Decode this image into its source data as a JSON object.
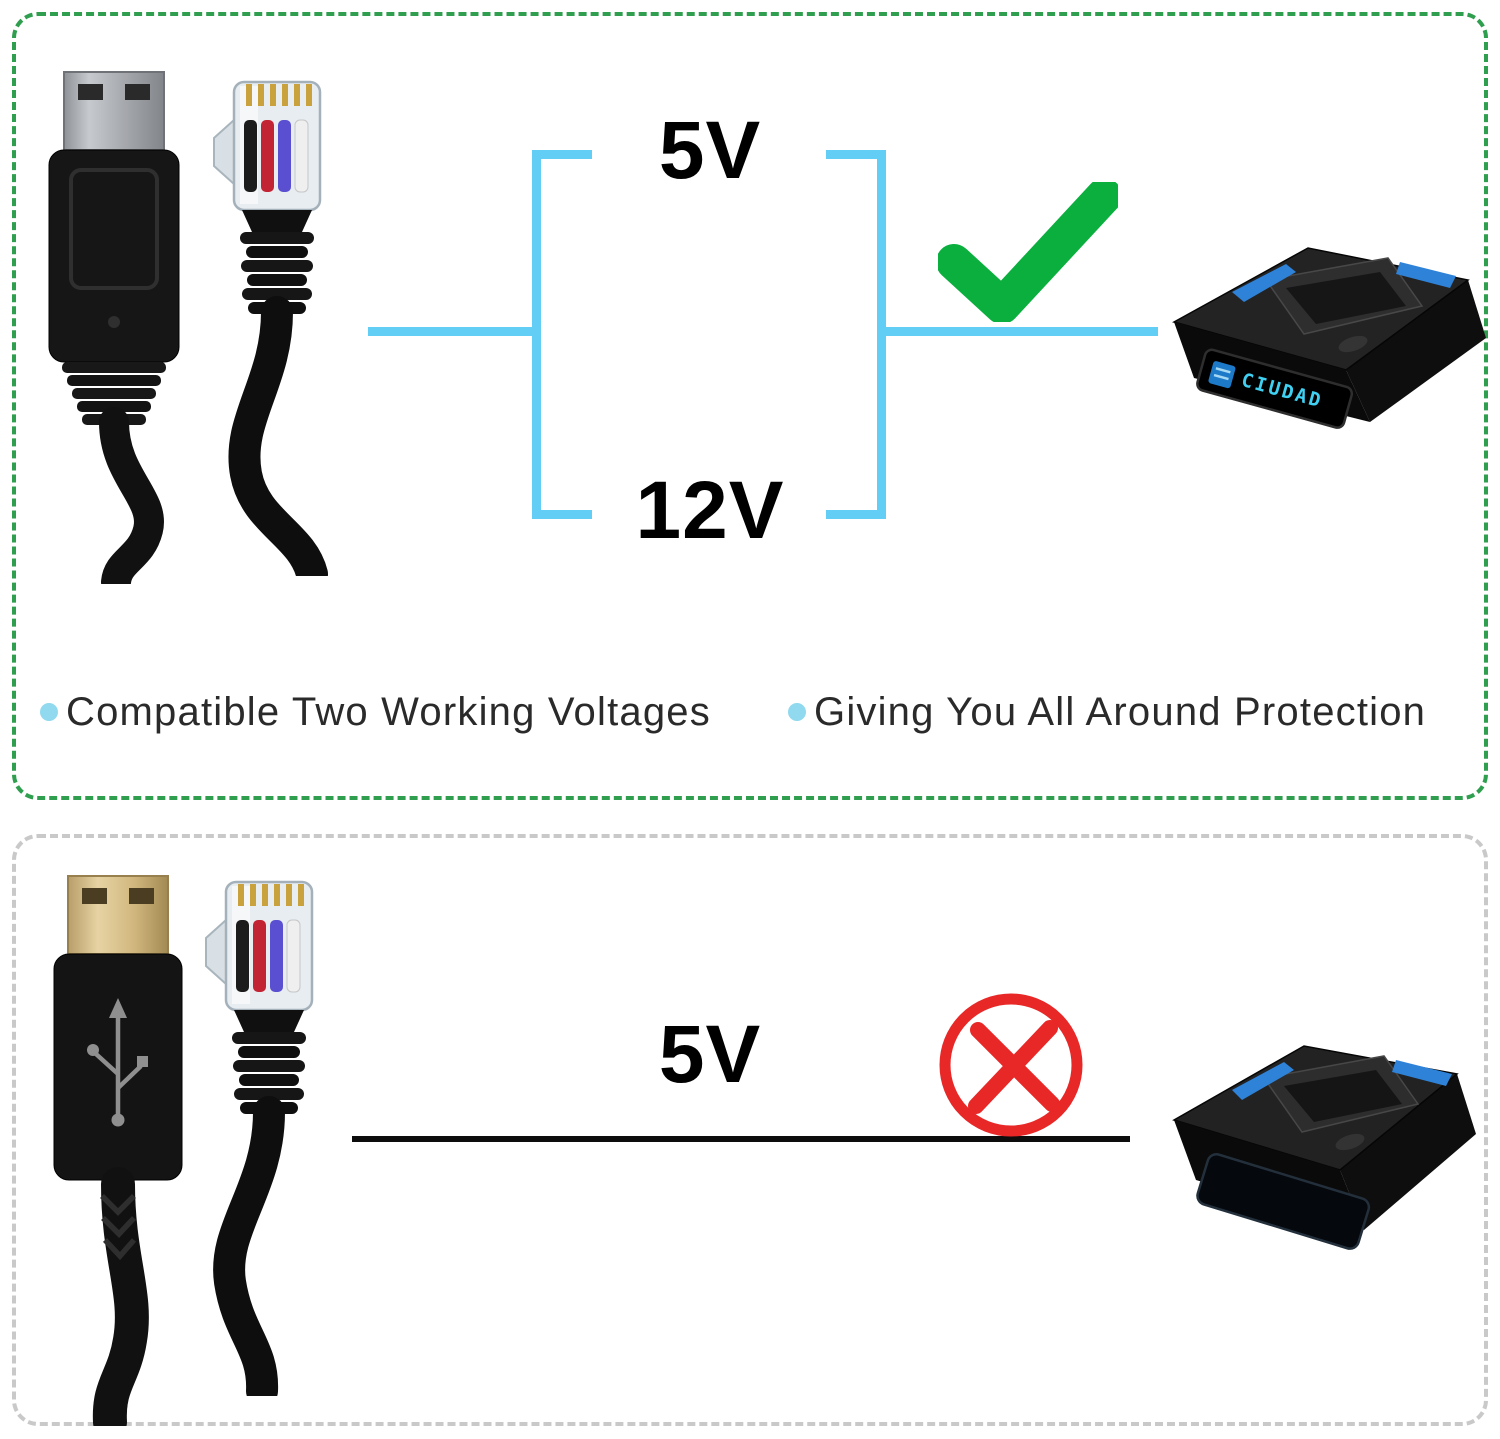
{
  "top_panel": {
    "voltage_high": "5V",
    "voltage_low": "12V",
    "device": {
      "display_text": "CIUDAD"
    },
    "bullets": [
      "Compatible Two Working Voltages",
      "Giving You All Around Protection"
    ],
    "result": "pass"
  },
  "bottom_panel": {
    "voltage": "5V",
    "result": "fail"
  },
  "icons": {
    "result_pass": "check-icon",
    "result_fail": "cross-icon"
  },
  "colors": {
    "top_panel_border": "#2f9e4f",
    "bottom_panel_border": "#c9c9c9",
    "bracket_line": "#62cdf5",
    "check_green": "#0aaf3e",
    "cross_red": "#e82727",
    "bullet_dot": "#90d9ee",
    "device_accent_blue": "#2e82d8",
    "device_display_cyan": "#3fd0f2",
    "usb_shell_silver": "#a6a9ad",
    "usb_shell_gold": "#d2b87f"
  }
}
